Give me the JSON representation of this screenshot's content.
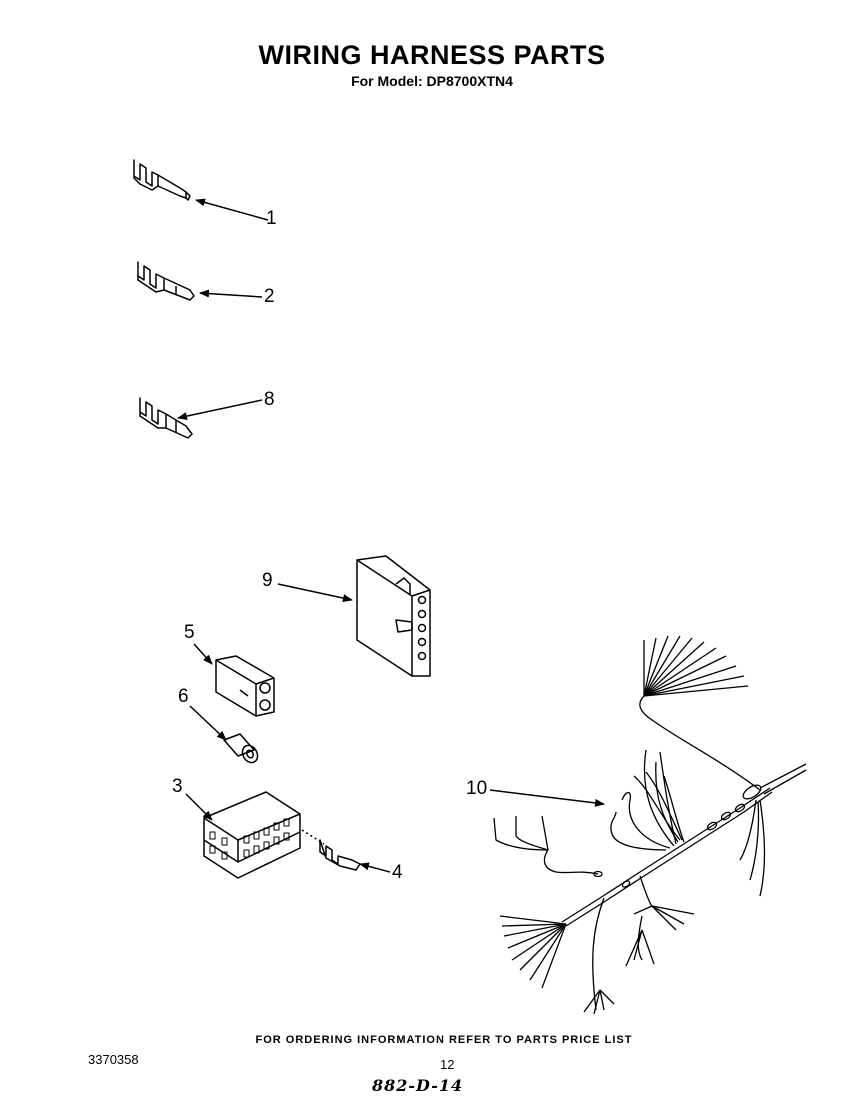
{
  "header": {
    "title": "WIRING HARNESS PARTS",
    "subtitle": "For Model: DP8700XTN4"
  },
  "callouts": {
    "c1": "1",
    "c2": "2",
    "c3": "3",
    "c4": "4",
    "c5": "5",
    "c6": "6",
    "c8": "8",
    "c9": "9",
    "c10": "10"
  },
  "footer": {
    "ordering_note": "FOR ORDERING INFORMATION REFER TO PARTS PRICE LIST",
    "doc_number": "3370358",
    "page_number": "12",
    "handwritten_note": "882-D-14"
  }
}
